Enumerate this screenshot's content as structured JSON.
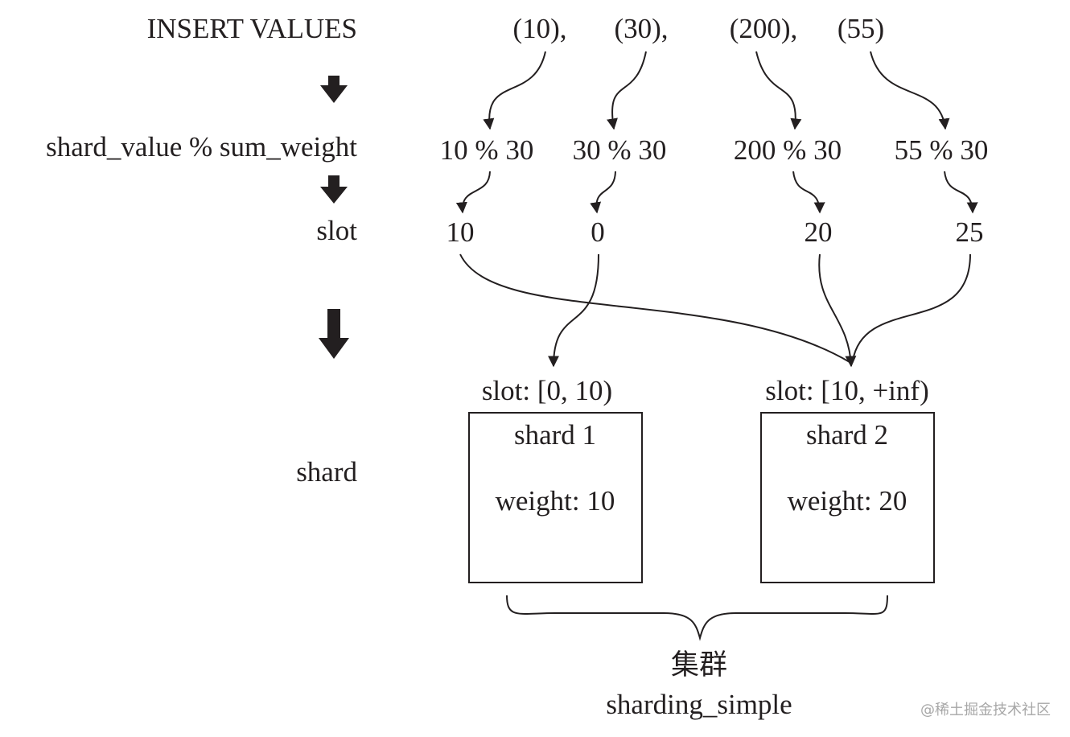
{
  "rows": {
    "insert_label": "INSERT VALUES",
    "mod_label": "shard_value % sum_weight",
    "slot_label": "slot",
    "shard_label": "shard"
  },
  "values": [
    "(10),",
    "(30),",
    "(200),",
    "(55)"
  ],
  "mods": [
    "10 % 30",
    "30 % 30",
    "200 % 30",
    "55 % 30"
  ],
  "slots": [
    "10",
    "0",
    "20",
    "25"
  ],
  "shards": [
    {
      "range": "slot: [0, 10)",
      "name": "shard 1",
      "weight": "weight: 10"
    },
    {
      "range": "slot: [10, +inf)",
      "name": "shard 2",
      "weight": "weight: 20"
    }
  ],
  "cluster": {
    "label": "集群",
    "name": "sharding_simple"
  },
  "watermark": "@稀土掘金技术社区",
  "colors": {
    "ink": "#231f20",
    "background": "#ffffff",
    "watermark": "#a7a7a7"
  }
}
